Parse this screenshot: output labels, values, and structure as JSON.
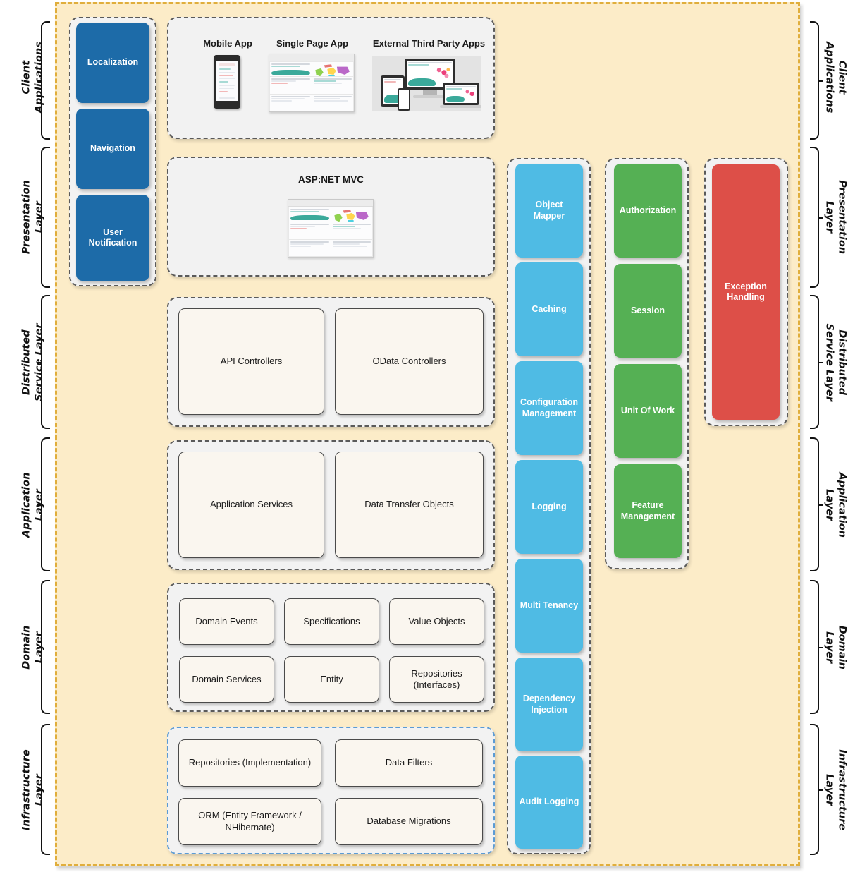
{
  "diagram": {
    "title": "Layered Application Architecture",
    "colors": {
      "container_fill": "#fcecc8",
      "container_border": "#e0ae3c",
      "panel_fill": "#f2f2f2",
      "panel_border": "#5a5a5a",
      "infrastructure_border": "#5b9bd5",
      "blue_tile": "#1d6ba8",
      "cyan_tile": "#4fbbe4",
      "green_tile": "#55b054",
      "red_tile": "#dd4f48",
      "box_fill": "#faf6ef"
    }
  },
  "left_labels": [
    {
      "id": "client-applications",
      "text": "Client\nApplications"
    },
    {
      "id": "presentation-layer",
      "text": "Presentation\nLayer"
    },
    {
      "id": "distributed-service-layer",
      "text": "Distributed\nService Layer"
    },
    {
      "id": "application-layer",
      "text": "Application\nLayer"
    },
    {
      "id": "domain-layer",
      "text": "Domain\nLayer"
    },
    {
      "id": "infrastructure-layer",
      "text": "Infrastructure\nLayer"
    }
  ],
  "right_labels": [
    {
      "id": "client-applications",
      "text": "Client\nApplications"
    },
    {
      "id": "presentation-layer",
      "text": "Presentation\nLayer"
    },
    {
      "id": "distributed-service-layer",
      "text": "Distributed\nService Layer"
    },
    {
      "id": "application-layer",
      "text": "Application\nLayer"
    },
    {
      "id": "domain-layer",
      "text": "Domain\nLayer"
    },
    {
      "id": "infrastructure-layer",
      "text": "Infrastructure\nLayer"
    }
  ],
  "presentation_column": {
    "tiles": [
      {
        "label": "Localization"
      },
      {
        "label": "Navigation"
      },
      {
        "label": "User\nNotification"
      }
    ]
  },
  "client_apps": {
    "items": [
      {
        "caption": "Mobile App",
        "thumb": "phone-screenshot"
      },
      {
        "caption": "Single Page App",
        "thumb": "browser-dashboard-screenshot"
      },
      {
        "caption": "External Third Party Apps",
        "thumb": "multi-device-screenshot"
      }
    ]
  },
  "mvc": {
    "caption": "ASP:NET MVC",
    "thumb": "browser-dashboard-screenshot"
  },
  "distributed_service_layer": {
    "boxes": [
      {
        "label": "API Controllers"
      },
      {
        "label": "OData Controllers"
      }
    ]
  },
  "application_layer": {
    "boxes": [
      {
        "label": "Application Services"
      },
      {
        "label": "Data Transfer Objects"
      }
    ]
  },
  "domain_layer": {
    "boxes": [
      {
        "label": "Domain Events"
      },
      {
        "label": "Specifications"
      },
      {
        "label": "Value Objects"
      },
      {
        "label": "Domain Services"
      },
      {
        "label": "Entity"
      },
      {
        "label": "Repositories\n(Interfaces)"
      }
    ]
  },
  "infrastructure_layer": {
    "boxes": [
      {
        "label": "Repositories (Implementation)"
      },
      {
        "label": "Data Filters"
      },
      {
        "label": "ORM (Entity Framework /\nNHibernate)"
      },
      {
        "label": "Database Migrations"
      }
    ]
  },
  "cross_cutting_cyan": {
    "tiles": [
      {
        "label": "Object Mapper"
      },
      {
        "label": "Caching"
      },
      {
        "label": "Configuration\nManagement"
      },
      {
        "label": "Logging"
      },
      {
        "label": "Multi Tenancy"
      },
      {
        "label": "Dependency\nInjection"
      },
      {
        "label": "Audit Logging"
      }
    ]
  },
  "cross_cutting_green": {
    "tiles": [
      {
        "label": "Authorization"
      },
      {
        "label": "Session"
      },
      {
        "label": "Unit Of Work"
      },
      {
        "label": "Feature\nManagement"
      }
    ]
  },
  "cross_cutting_red": {
    "tiles": [
      {
        "label": "Exception\nHandling"
      }
    ]
  }
}
